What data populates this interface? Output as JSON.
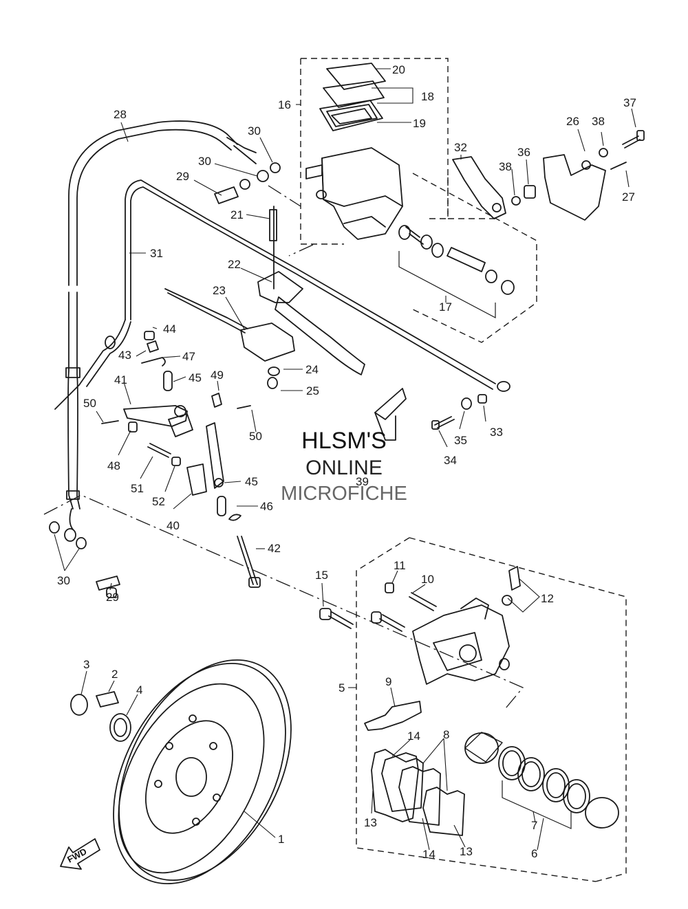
{
  "watermark": {
    "line1": "HLSM'S",
    "line2": "ONLINE",
    "line3": "MICROFICHE"
  },
  "direction_marker": "FWD",
  "callouts": [
    {
      "id": "c20",
      "text": "20"
    },
    {
      "id": "c18",
      "text": "18"
    },
    {
      "id": "c16",
      "text": "16"
    },
    {
      "id": "c19",
      "text": "19"
    },
    {
      "id": "c37",
      "text": "37"
    },
    {
      "id": "c28",
      "text": "28"
    },
    {
      "id": "c26",
      "text": "26"
    },
    {
      "id": "c38a",
      "text": "38"
    },
    {
      "id": "c30a",
      "text": "30"
    },
    {
      "id": "c32",
      "text": "32"
    },
    {
      "id": "c36",
      "text": "36"
    },
    {
      "id": "c30b",
      "text": "30"
    },
    {
      "id": "c29a",
      "text": "29"
    },
    {
      "id": "c38b",
      "text": "38"
    },
    {
      "id": "c27",
      "text": "27"
    },
    {
      "id": "c21",
      "text": "21"
    },
    {
      "id": "c31",
      "text": "31"
    },
    {
      "id": "c22",
      "text": "22"
    },
    {
      "id": "c23",
      "text": "23"
    },
    {
      "id": "c17",
      "text": "17"
    },
    {
      "id": "c44",
      "text": "44"
    },
    {
      "id": "c43",
      "text": "43"
    },
    {
      "id": "c47",
      "text": "47"
    },
    {
      "id": "c24",
      "text": "24"
    },
    {
      "id": "c45a",
      "text": "45"
    },
    {
      "id": "c49",
      "text": "49"
    },
    {
      "id": "c41",
      "text": "41"
    },
    {
      "id": "c25",
      "text": "25"
    },
    {
      "id": "c50a",
      "text": "50"
    },
    {
      "id": "c50b",
      "text": "50"
    },
    {
      "id": "c33",
      "text": "33"
    },
    {
      "id": "c35",
      "text": "35"
    },
    {
      "id": "c34",
      "text": "34"
    },
    {
      "id": "c48",
      "text": "48"
    },
    {
      "id": "c51",
      "text": "51"
    },
    {
      "id": "c39",
      "text": "39"
    },
    {
      "id": "c45b",
      "text": "45"
    },
    {
      "id": "c52",
      "text": "52"
    },
    {
      "id": "c46",
      "text": "46"
    },
    {
      "id": "c40",
      "text": "40"
    },
    {
      "id": "c42",
      "text": "42"
    },
    {
      "id": "c30c",
      "text": "30"
    },
    {
      "id": "c29b",
      "text": "29"
    },
    {
      "id": "c15",
      "text": "15"
    },
    {
      "id": "c11",
      "text": "11"
    },
    {
      "id": "c10",
      "text": "10"
    },
    {
      "id": "c12",
      "text": "12"
    },
    {
      "id": "c3",
      "text": "3"
    },
    {
      "id": "c2",
      "text": "2"
    },
    {
      "id": "c4",
      "text": "4"
    },
    {
      "id": "c5",
      "text": "5"
    },
    {
      "id": "c9",
      "text": "9"
    },
    {
      "id": "c8",
      "text": "8"
    },
    {
      "id": "c14a",
      "text": "14"
    },
    {
      "id": "c13a",
      "text": "13"
    },
    {
      "id": "c7",
      "text": "7"
    },
    {
      "id": "c1",
      "text": "1"
    },
    {
      "id": "c6",
      "text": "6"
    },
    {
      "id": "c14b",
      "text": "14"
    },
    {
      "id": "c13b",
      "text": "13"
    }
  ]
}
